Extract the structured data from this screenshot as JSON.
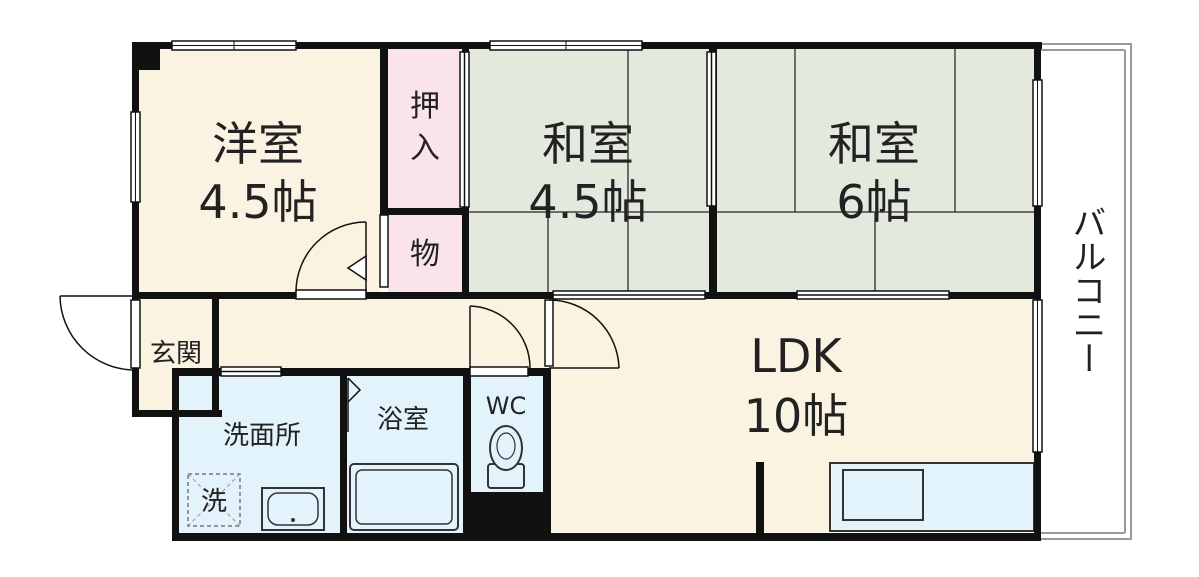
{
  "rooms": {
    "western": {
      "name": "洋室",
      "size": "4.5帖"
    },
    "closet_oshiire": "押入",
    "storage": "物",
    "japanese_1": {
      "name": "和室",
      "size": "4.5帖"
    },
    "japanese_2": {
      "name": "和室",
      "size": "6帖"
    },
    "balcony": "バルコニー",
    "entrance": "玄関",
    "ldk": {
      "name": "LDK",
      "size": "10帖"
    },
    "washroom": "洗面所",
    "bathroom": "浴室",
    "wc": "WC",
    "washer": "洗"
  },
  "colors": {
    "western_floor": "#fbf3e2",
    "tatami": "#e3e9dc",
    "closet": "#fbe3ec",
    "water": "#e3f3fb",
    "ldk_floor": "#fbf3e2",
    "wall": "#111111"
  }
}
